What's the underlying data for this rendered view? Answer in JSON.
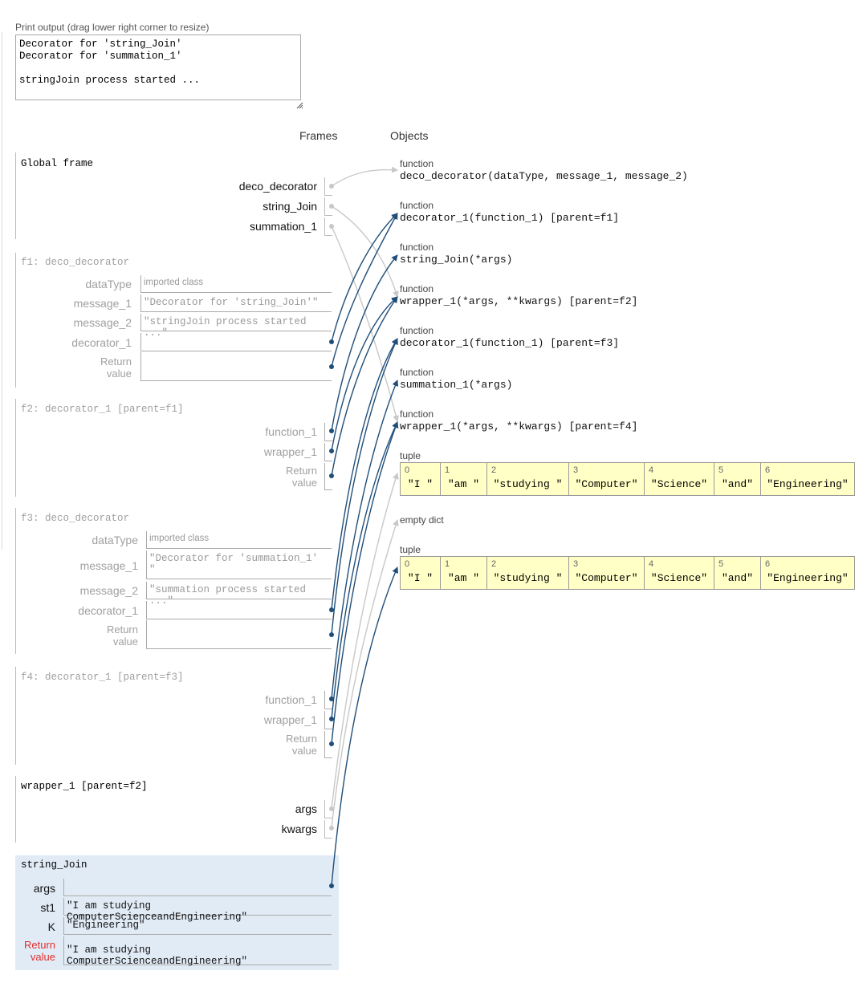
{
  "print_output": {
    "label": "Print output (drag lower right corner to resize)",
    "lines": [
      "Decorator for 'string_Join'",
      "Decorator for 'summation_1'",
      "",
      "stringJoin process started ..."
    ]
  },
  "headers": {
    "frames": "Frames",
    "objects": "Objects"
  },
  "frames": {
    "global": {
      "title": "Global frame",
      "vars": [
        "deco_decorator",
        "string_Join",
        "summation_1"
      ]
    },
    "f1": {
      "title": "f1: deco_decorator",
      "dataType_label": "dataType",
      "dataType_value": "imported class",
      "message_1_label": "message_1",
      "message_1_value": "\"Decorator for 'string_Join'\"",
      "message_2_label": "message_2",
      "message_2_value": "\"stringJoin process started ...\"",
      "decorator_1_label": "decorator_1",
      "return_label_1": "Return",
      "return_label_2": "value"
    },
    "f2": {
      "title": "f2: decorator_1 [parent=f1]",
      "function_1_label": "function_1",
      "wrapper_1_label": "wrapper_1",
      "return_label_1": "Return",
      "return_label_2": "value"
    },
    "f3": {
      "title": "f3: deco_decorator",
      "dataType_label": "dataType",
      "dataType_value": "imported class",
      "message_1_label": "message_1",
      "message_1_value_line1": "\"Decorator for 'summation_1'",
      "message_1_value_line2": "\"",
      "message_2_label": "message_2",
      "message_2_value": "\"summation process started ...\"",
      "decorator_1_label": "decorator_1",
      "return_label_1": "Return",
      "return_label_2": "value"
    },
    "f4": {
      "title": "f4: decorator_1 [parent=f3]",
      "function_1_label": "function_1",
      "wrapper_1_label": "wrapper_1",
      "return_label_1": "Return",
      "return_label_2": "value"
    },
    "wrapper": {
      "title": "wrapper_1 [parent=f2]",
      "args_label": "args",
      "kwargs_label": "kwargs"
    },
    "string_join": {
      "title": "string_Join",
      "args_label": "args",
      "st1_label": "st1",
      "st1_value": "\"I am studying ComputerScienceandEngineering\"",
      "K_label": "K",
      "K_value": "\"Engineering\"",
      "return_label_1": "Return",
      "return_label_2": "value",
      "return_value": "\"I am studying ComputerScienceandEngineering\""
    }
  },
  "objects": {
    "o1": {
      "type": "function",
      "value": "deco_decorator(dataType, message_1, message_2)"
    },
    "o2": {
      "type": "function",
      "value": "decorator_1(function_1) [parent=f1]"
    },
    "o3": {
      "type": "function",
      "value": "string_Join(*args)"
    },
    "o4": {
      "type": "function",
      "value": "wrapper_1(*args, **kwargs) [parent=f2]"
    },
    "o5": {
      "type": "function",
      "value": "decorator_1(function_1) [parent=f3]"
    },
    "o6": {
      "type": "function",
      "value": "summation_1(*args)"
    },
    "o7": {
      "type": "function",
      "value": "wrapper_1(*args, **kwargs) [parent=f4]"
    },
    "t1": {
      "type": "tuple",
      "items": [
        "\"I \"",
        "\"am \"",
        "\"studying \"",
        "\"Computer\"",
        "\"Science\"",
        "\"and\"",
        "\"Engineering\""
      ]
    },
    "d1": {
      "type": "empty dict"
    },
    "t2": {
      "type": "tuple",
      "items": [
        "\"I \"",
        "\"am \"",
        "\"studying \"",
        "\"Computer\"",
        "\"Science\"",
        "\"and\"",
        "\"Engineering\""
      ]
    }
  },
  "colors": {
    "pointer_active": "#1f4e79",
    "pointer_inactive": "#c8c8c8",
    "tuple_bg": "#ffffc6",
    "active_frame_bg": "#e1ebf6",
    "return_label_active": "#e03030"
  }
}
